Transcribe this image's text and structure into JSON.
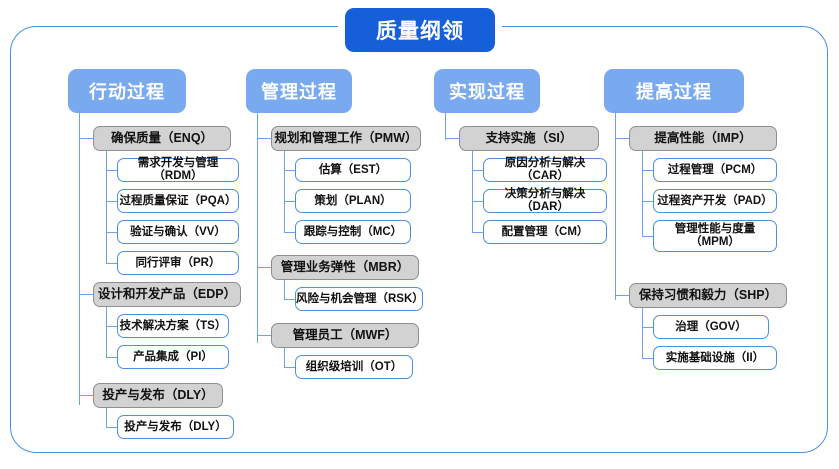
{
  "diagram": {
    "title": "质量纲领",
    "colors": {
      "root_chip": "#1560d8",
      "category_chip": "#79aaf0",
      "group_box_fill": "#d2d2d2",
      "group_box_border": "#8f8f8f",
      "leaf_border": "#4a90e2",
      "connector": "#6ba3e8",
      "frame": "#4a90e2"
    },
    "categories": [
      {
        "label": "行动过程",
        "groups": [
          {
            "label": "确保质量（ENQ）",
            "items": [
              {
                "label": "需求开发与管理（RDM）"
              },
              {
                "label": "过程质量保证（PQA）"
              },
              {
                "label": "验证与确认（VV）"
              },
              {
                "label": "同行评审（PR）"
              }
            ]
          },
          {
            "label": "设计和开发产品（EDP）",
            "items": [
              {
                "label": "技术解决方案（TS）"
              },
              {
                "label": "产品集成（PI）"
              }
            ]
          },
          {
            "label": "投产与发布（DLY）",
            "items": [
              {
                "label": "投产与发布（DLY）"
              }
            ]
          }
        ]
      },
      {
        "label": "管理过程",
        "groups": [
          {
            "label": "规划和管理工作（PMW）",
            "items": [
              {
                "label": "估算（EST）"
              },
              {
                "label": "策划（PLAN）"
              },
              {
                "label": "跟踪与控制（MC）"
              }
            ]
          },
          {
            "label": "管理业务弹性（MBR）",
            "items": [
              {
                "label": "风险与机会管理（RSK）"
              }
            ]
          },
          {
            "label": "管理员工（MWF）",
            "items": [
              {
                "label": "组织级培训（OT）"
              }
            ]
          }
        ]
      },
      {
        "label": "实现过程",
        "groups": [
          {
            "label": "支持实施（SI）",
            "items": [
              {
                "label": "原因分析与解决（CAR）"
              },
              {
                "label": "决策分析与解决（DAR）"
              },
              {
                "label": "配置管理（CM）"
              }
            ]
          }
        ]
      },
      {
        "label": "提高过程",
        "groups": [
          {
            "label": "提高性能（IMP）",
            "items": [
              {
                "label": "过程管理（PCM）"
              },
              {
                "label": "过程资产开发（PAD）"
              },
              {
                "label": "管理性能与度量（MPM）"
              }
            ]
          },
          {
            "label": "保持习惯和毅力（SHP）",
            "items": [
              {
                "label": "治理（GOV）"
              },
              {
                "label": "实施基础设施（II）"
              }
            ]
          }
        ]
      }
    ]
  }
}
